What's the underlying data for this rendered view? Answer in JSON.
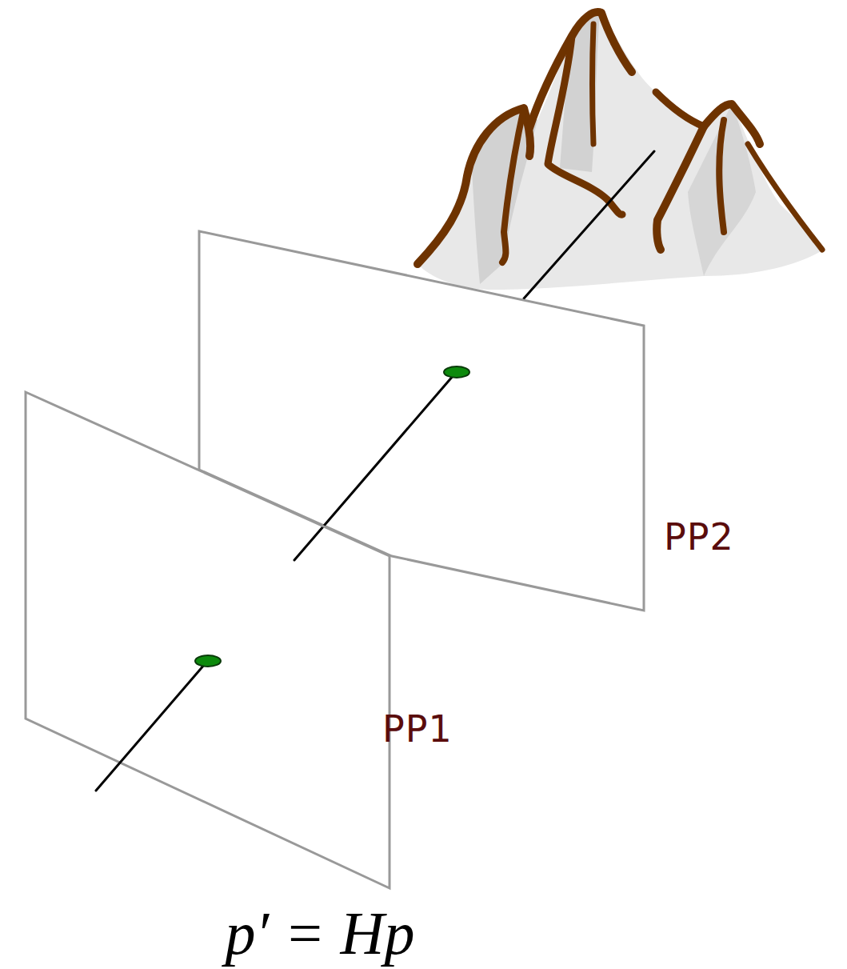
{
  "diagram": {
    "labels": [
      "PP2",
      "PP1",
      "p′ = Hp"
    ]
  }
}
